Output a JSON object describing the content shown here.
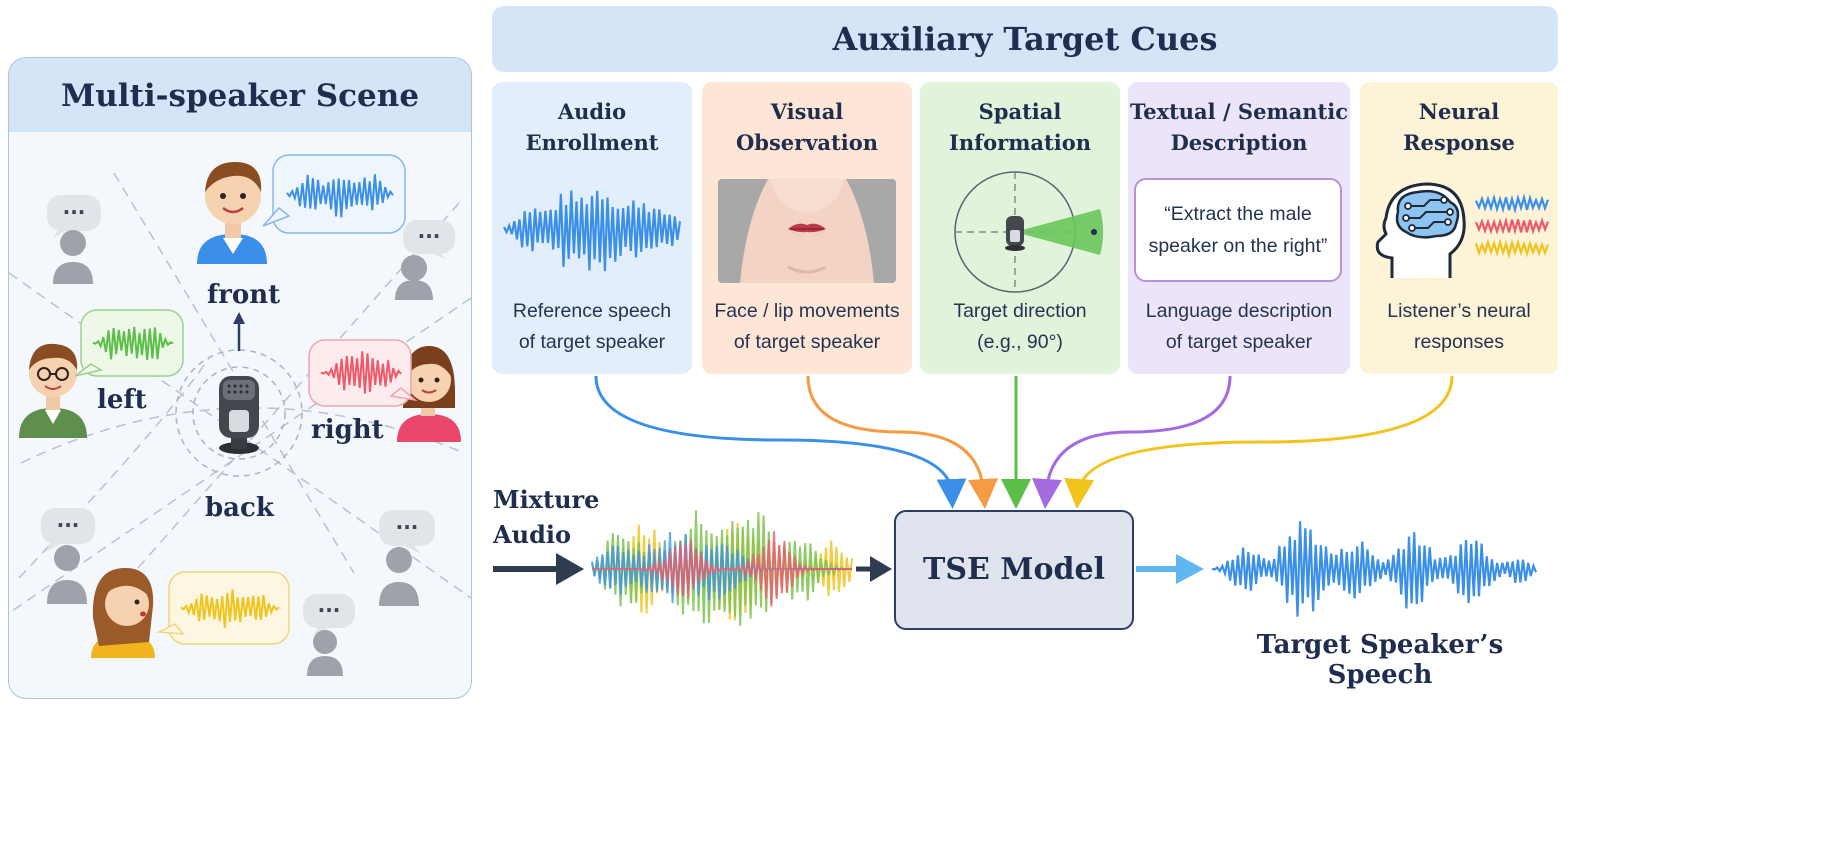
{
  "scene": {
    "title": "Multi-speaker Scene",
    "labels": {
      "front": "front",
      "left": "left",
      "right": "right",
      "back": "back"
    },
    "bubble_dots": "···"
  },
  "cues": {
    "title": "Auxiliary Target Cues",
    "cards": [
      {
        "title_line1": "Audio",
        "title_line2": "Enrollment",
        "desc_line1": "Reference speech",
        "desc_line2": "of target speaker",
        "color": "#e3eefb",
        "arrow_color": "#3a8fe8",
        "icon": "waveform-icon"
      },
      {
        "title_line1": "Visual",
        "title_line2": "Observation",
        "desc_line1": "Face / lip movements",
        "desc_line2": "of target speaker",
        "color": "#fde6d6",
        "arrow_color": "#f59b45",
        "icon": "lips-face-icon"
      },
      {
        "title_line1": "Spatial",
        "title_line2": "Information",
        "desc_line1": "Target direction",
        "desc_line2": "(e.g., 90°)",
        "color": "#e2f3dc",
        "arrow_color": "#5cbf4a",
        "icon": "direction-compass-icon"
      },
      {
        "title_line1": "Textual / Semantic",
        "title_line2": "Description",
        "desc_line1": "Language description",
        "desc_line2": "of target speaker",
        "color": "#ece4f8",
        "arrow_color": "#a46be0",
        "icon": "text-quote-icon",
        "quote_line1": "“Extract the male",
        "quote_line2": "speaker on the right”"
      },
      {
        "title_line1": "Neural",
        "title_line2": "Response",
        "desc_line1": "Listener’s neural",
        "desc_line2": "responses",
        "color": "#fdf3d6",
        "arrow_color": "#f2c31d",
        "icon": "brain-head-icon"
      }
    ]
  },
  "pipeline": {
    "mixture_line1": "Mixture",
    "mixture_line2": "Audio",
    "model": "TSE Model",
    "output": "Target Speaker’s Speech"
  },
  "colors": {
    "blue": "#3a8fe8",
    "green": "#5cbf4a",
    "red": "#ef5a6b",
    "yellow": "#f2c31d",
    "orange": "#f59b45",
    "purple": "#a46be0",
    "navy": "#2a3e66",
    "light_blue_arrow": "#5fb6f0"
  }
}
